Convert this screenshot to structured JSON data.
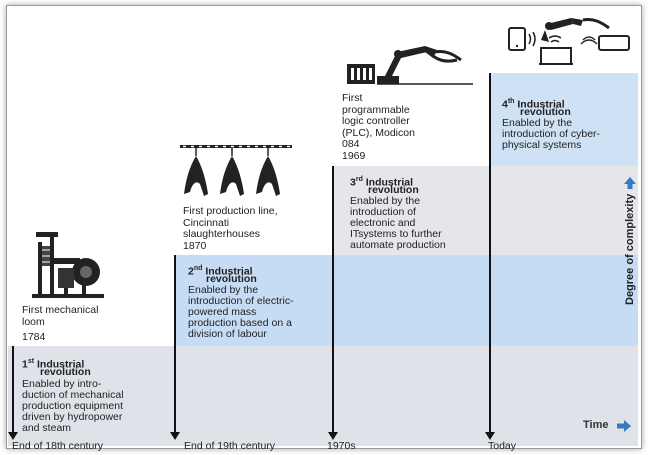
{
  "revolutions": [
    {
      "num": "1",
      "sup": "st",
      "title_main": "Industrial",
      "title_sub": "revolution",
      "text": [
        "Enabled by intro-",
        "duction of mechanical",
        "production equipment",
        "driven by hydropower",
        "and steam"
      ]
    },
    {
      "num": "2",
      "sup": "nd",
      "title_main": "Industrial",
      "title_sub": "revolution",
      "text": [
        "Enabled by the",
        "introduction of electric-",
        "powered mass",
        "production based on a",
        "division of labour"
      ]
    },
    {
      "num": "3",
      "sup": "rd",
      "title_main": "Industrial",
      "title_sub": "revolution",
      "text": [
        "Enabled by the",
        "introduction of",
        "electronic and",
        "ITsystems to further",
        "automate production"
      ]
    },
    {
      "num": "4",
      "sup": "th",
      "title_main": "Industrial",
      "title_sub": "revolution",
      "text": [
        "Enabled by the",
        "introduction of cyber-",
        "physical systems"
      ]
    }
  ],
  "events": [
    {
      "text": [
        "First mechanical",
        "loom"
      ],
      "year": "1784",
      "icon": "loom-icon"
    },
    {
      "text": [
        "First production line,",
        "Cincinnati",
        "slaughterhouses"
      ],
      "year": "1870",
      "icon": "production-line-icon"
    },
    {
      "text": [
        "First",
        "programmable",
        "logic controller",
        "(PLC), Modicon",
        "084"
      ],
      "year": "1969",
      "icon": "robot-arm-icon"
    },
    {
      "icon": "connected-devices-icon"
    }
  ],
  "eras": [
    "End of 18th century",
    "End of 19th century",
    "1970s",
    "Today"
  ],
  "axis": {
    "complexity": "Degree of complexity",
    "time": "Time"
  },
  "colors": {
    "arrow_blue": "#3a78c3",
    "grey_block": "#dfe3e9",
    "blue_block": "#c6dcf4"
  }
}
